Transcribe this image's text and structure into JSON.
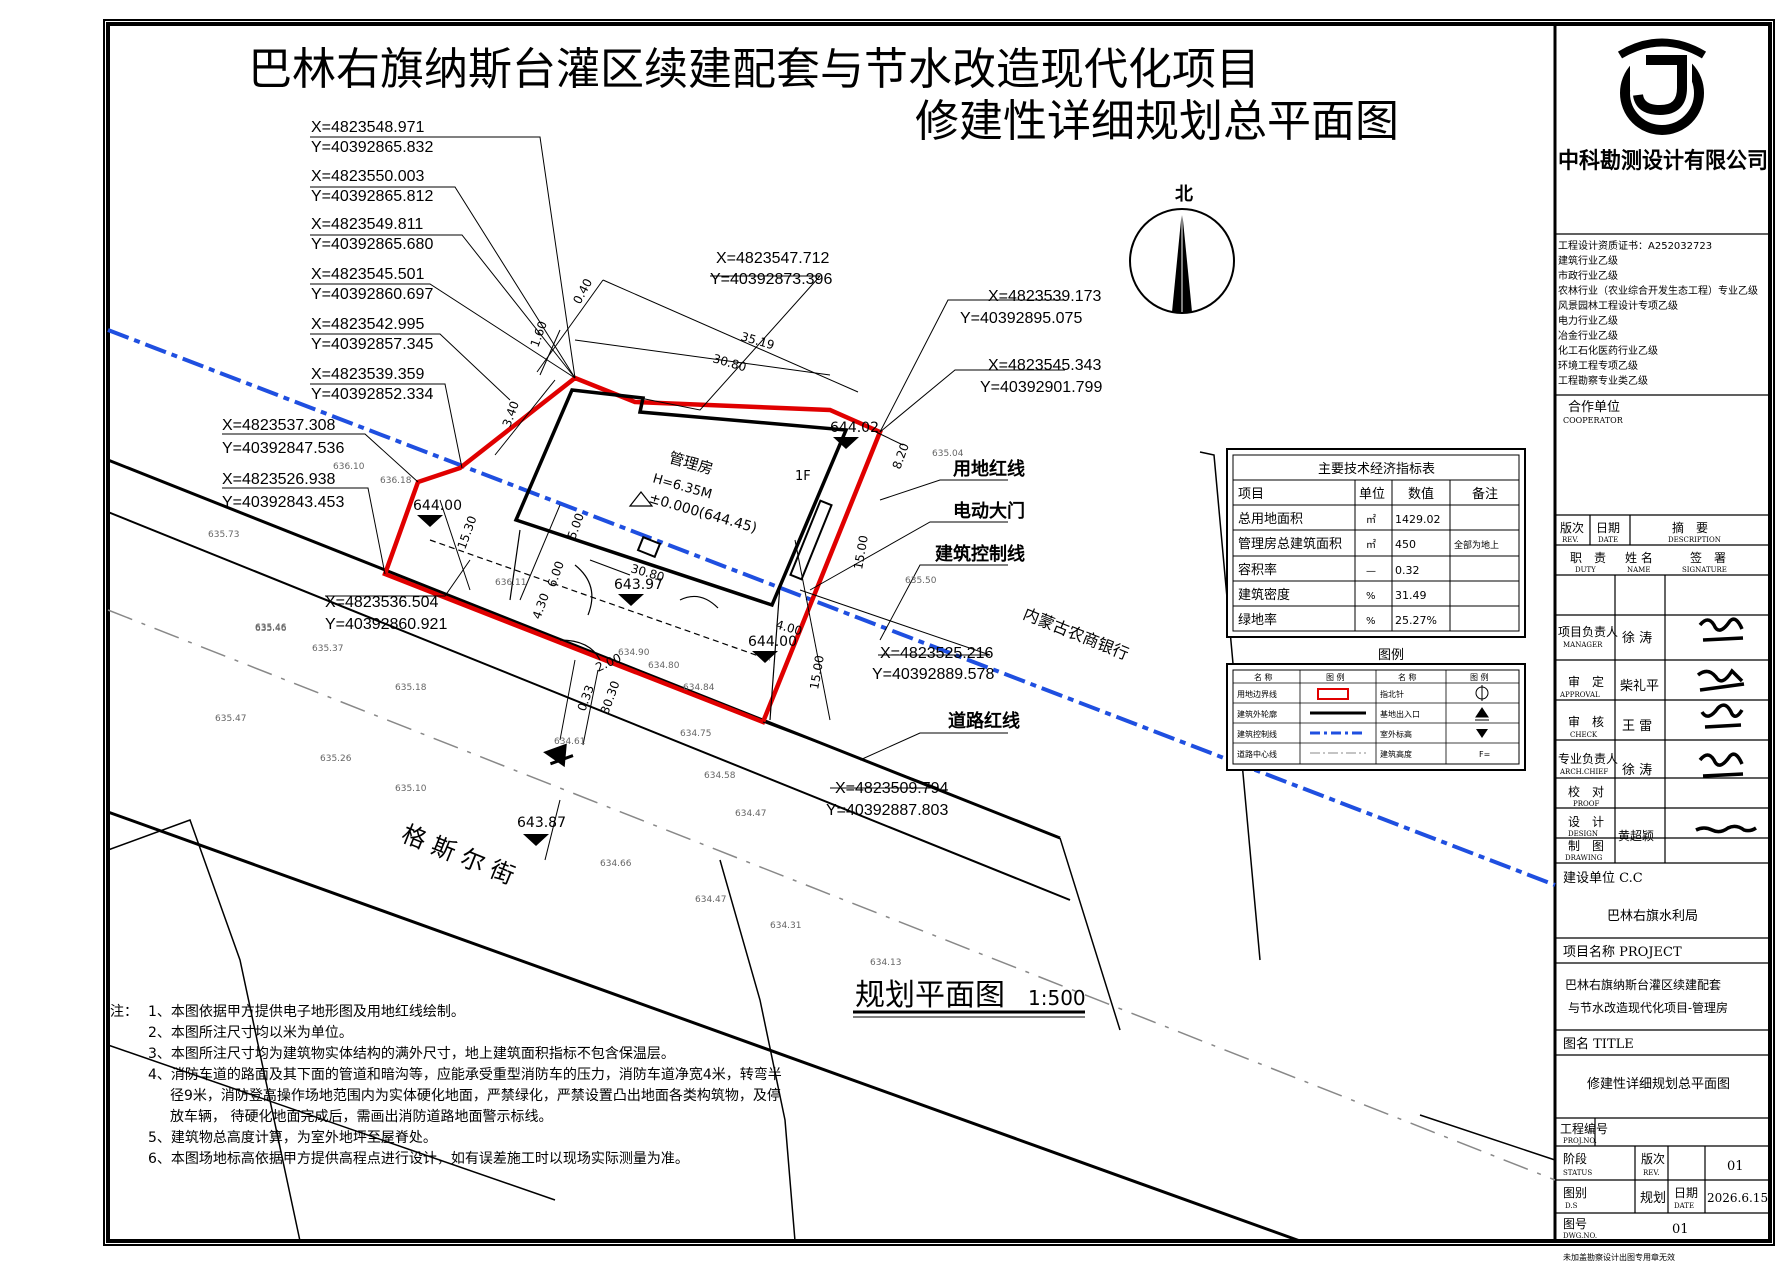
{
  "title": {
    "line1": "巴林右旗纳斯台灌区续建配套与节水改造现代化项目",
    "line2": "修建性详细规划总平面图"
  },
  "north_label": "北",
  "coordinates": [
    {
      "x": "X=4823548.971",
      "y": "Y=40392865.832"
    },
    {
      "x": "X=4823550.003",
      "y": "Y=40392865.812"
    },
    {
      "x": "X=4823549.811",
      "y": "Y=40392865.680"
    },
    {
      "x": "X=4823545.501",
      "y": "Y=40392860.697"
    },
    {
      "x": "X=4823542.995",
      "y": "Y=40392857.345"
    },
    {
      "x": "X=4823539.359",
      "y": "Y=40392852.334"
    },
    {
      "x": "X=4823537.308",
      "y": "Y=40392847.536"
    },
    {
      "x": "X=4823526.938",
      "y": "Y=40392843.453"
    },
    {
      "x": "X=4823547.712",
      "y": "Y=40392873.396"
    },
    {
      "x": "X=4823539.173",
      "y": "Y=40392895.075"
    },
    {
      "x": "X=4823545.343",
      "y": "Y=40392901.799"
    },
    {
      "x": "X=4823536.504",
      "y": "Y=40392860.921"
    },
    {
      "x": "X=4823525.216",
      "y": "Y=40392889.578"
    },
    {
      "x": "X=4823509.794",
      "y": "Y=40392887.803"
    }
  ],
  "callouts": {
    "land_red_line": "用地红线",
    "electric_gate": "电动大门",
    "building_control_line": "建筑控制线",
    "road_red_line": "道路红线",
    "bank": "内蒙古农商银行",
    "street": "格 斯 尔 街"
  },
  "building": {
    "name": "管理房",
    "height": "H=6.35M",
    "elevation": "±0.000(644.45)",
    "floors": "1F"
  },
  "elevations": {
    "e1": "644.00",
    "e2": "644.02",
    "e3": "643.97",
    "e4": "644.00",
    "e5": "643.87"
  },
  "dimensions": [
    "0.40",
    "35.19",
    "30.80",
    "1.60",
    "3.40",
    "8.20",
    "5.00",
    "6.00",
    "4.30",
    "15.30",
    "15.00",
    "15.00",
    "4.00",
    "30.80",
    "30.30",
    "0.33",
    "2.00"
  ],
  "spot_heights": [
    "636.10",
    "636.18",
    "635.73",
    "635.46",
    "635.37",
    "635.18",
    "635.47",
    "635.26",
    "635.10",
    "634.90",
    "634.80",
    "634.84",
    "634.75",
    "634.61",
    "634.58",
    "634.47",
    "634.66",
    "634.47",
    "634.31",
    "634.13",
    "635.04",
    "635.50",
    "636.11",
    "635.46"
  ],
  "indicator_table": {
    "caption": "主要技术经济指标表",
    "headers": [
      "项目",
      "单位",
      "数值",
      "备注"
    ],
    "rows": [
      [
        "总用地面积",
        "㎡",
        "1429.02",
        ""
      ],
      [
        "管理房总建筑面积",
        "㎡",
        "450",
        "全部为地上"
      ],
      [
        "容积率",
        "—",
        "0.32",
        ""
      ],
      [
        "建筑密度",
        "%",
        "31.49",
        ""
      ],
      [
        "绿地率",
        "%",
        "25.27%",
        ""
      ]
    ]
  },
  "legend": {
    "caption": "图例",
    "headers": [
      "名 称",
      "图 例",
      "名 称",
      "图 例"
    ],
    "rows": [
      [
        "用地边界线",
        "",
        "指北针",
        ""
      ],
      [
        "建筑外轮廓",
        "",
        "基地出入口",
        ""
      ],
      [
        "建筑控制线",
        "",
        "室外标高",
        ""
      ],
      [
        "道路中心线",
        "",
        "建筑高度",
        ""
      ]
    ]
  },
  "plan_label": {
    "title": "规划平面图",
    "scale": "1:500"
  },
  "notes": {
    "label": "注：",
    "items": [
      "1、本图依据甲方提供电子地形图及用地红线绘制。",
      "2、本图所注尺寸均以米为单位。",
      "3、本图所注尺寸均为建筑物实体结构的满外尺寸，地上建筑面积指标不包含保温层。",
      "4、消防车道的路面及其下面的管道和暗沟等，应能承受重型消防车的压力，消防车道净宽4米，转弯半径9米，消防登高操作场地范围内为实体硬化地面，严禁绿化，严禁设置凸出地面各类构筑物，及停放车辆， 待硬化地面完成后，需画出消防道路地面警示标线。",
      "5、建筑物总高度计算，为室外地坪至屋脊处。",
      "6、本图场地标高依据甲方提供高程点进行设计，如有误差施工时以现场实际测量为准。"
    ]
  },
  "title_block": {
    "company_logo_text": "中科勘测设计有限公司",
    "qualifications": [
      "工程设计资质证书：A252032723",
      "建筑行业乙级",
      "市政行业乙级",
      "农林行业（农业综合开发生态工程）专业乙级",
      "风景园林工程设计专项乙级",
      "电力行业乙级",
      "冶金行业乙级",
      "化工石化医药行业乙级",
      "环境工程专项乙级",
      "工程勘察专业类乙级"
    ],
    "cooperator_cn": "合作单位",
    "cooperator_en": "COOPERATOR",
    "revision_header": {
      "rev_cn": "版次",
      "rev_en": "REV.",
      "date_cn": "日期",
      "date_en": "DATE",
      "desc_cn": "摘　要",
      "desc_en": "DESCRIPTION"
    },
    "duty_header": {
      "duty_cn": "职　责",
      "duty_en": "DUTY",
      "name_cn": "姓 名",
      "name_en": "NAME",
      "sign_cn": "签　署",
      "sign_en": "SIGNATURE"
    },
    "roles": [
      {
        "cn": "项目负责人",
        "en": "MANAGER",
        "name": "徐 涛"
      },
      {
        "cn": "审　定",
        "en": "APPROVAL",
        "name": "柴礼平"
      },
      {
        "cn": "审　核",
        "en": "CHECK",
        "name": "王 雷"
      },
      {
        "cn": "专业负责人",
        "en": "ARCH.CHIEF",
        "name": "徐 涛"
      },
      {
        "cn": "校　对",
        "en": "PROOF",
        "name": ""
      },
      {
        "cn": "设　计",
        "en": "DESIGN",
        "name": "黄超颖"
      },
      {
        "cn": "制　图",
        "en": "DRAWING",
        "name": ""
      }
    ],
    "client_label": "建设单位 C.C",
    "client": "巴林右旗水利局",
    "project_label": "项目名称 PROJECT",
    "project_line1": "巴林右旗纳斯台灌区续建配套",
    "project_line2": "与节水改造现代化项目-管理房",
    "drawing_title_label": "图名 TITLE",
    "drawing_title": "修建性详细规划总平面图",
    "proj_no_cn": "工程编号",
    "proj_no_en": "PROJ.NO.",
    "stage_cn": "阶段",
    "stage_en": "STATUS",
    "rev_cn": "版次",
    "rev_en": "REV.",
    "rev_value": "01",
    "ds_cn": "图别",
    "ds_en": "D.S",
    "ds_value": "规划",
    "date_cn": "日期",
    "date_en": "DATE",
    "date_value": "2026.6.15",
    "dwg_cn": "图号",
    "dwg_en": "DWG.NO.",
    "dwg_value": "01",
    "footer": "未加盖勘察设计出图专用章无效"
  },
  "colors": {
    "red_line": "#e00000",
    "blue_line": "#1f4fe0",
    "ink": "#000000",
    "grey": "#777777"
  }
}
